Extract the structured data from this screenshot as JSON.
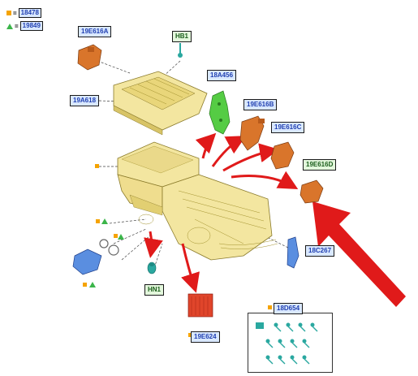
{
  "legend": [
    {
      "symbol": "square",
      "color": "#f5a300",
      "separator": "=",
      "value": "18478"
    },
    {
      "symbol": "triangle",
      "color": "#3bb54a",
      "separator": "=",
      "value": "19849"
    }
  ],
  "callouts": {
    "c_19E616A": "19E616A",
    "c_HB1": "HB1",
    "c_19A618": "19A618",
    "c_18A456": "18A456",
    "c_19E616B": "19E616B",
    "c_19E616C": "19E616C",
    "c_19E616D": "19E616D",
    "c_18C267": "18C267",
    "c_HN1": "HN1",
    "c_19E624": "19E624",
    "c_18D654": "18D654"
  },
  "colors": {
    "housing": "#f3e6a0",
    "housing_stroke": "#8a7a2a",
    "actuator": "#d9752b",
    "sensor_green": "#55cc44",
    "resistor_red": "#e0452b",
    "arrow_red": "#e01a1a",
    "part_blue": "#5a8ee0",
    "teal": "#2aa8a0"
  }
}
